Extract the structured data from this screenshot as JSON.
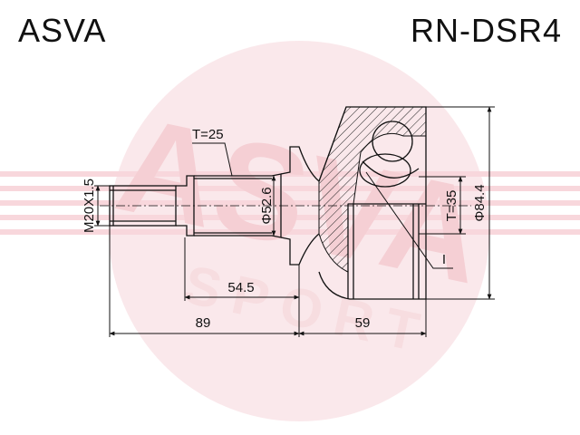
{
  "header": {
    "brand": "ASVA",
    "part_number": "RN-DSR4"
  },
  "watermark": {
    "logo_text": "ASVA",
    "sub_text": "SPORT",
    "color": "#e8a0a8"
  },
  "dimensions": {
    "thread": "M20X1.5",
    "spline_teeth_shaft": "T=25",
    "shaft_diameter": "Φ52.6",
    "spline_teeth_bell": "T=35",
    "bell_diameter": "Φ84.4",
    "shaft_length_partial": "54.5",
    "shaft_length": "89",
    "bell_length": "59",
    "marker": "I"
  },
  "colors": {
    "line": "#111111",
    "background": "#ffffff"
  }
}
